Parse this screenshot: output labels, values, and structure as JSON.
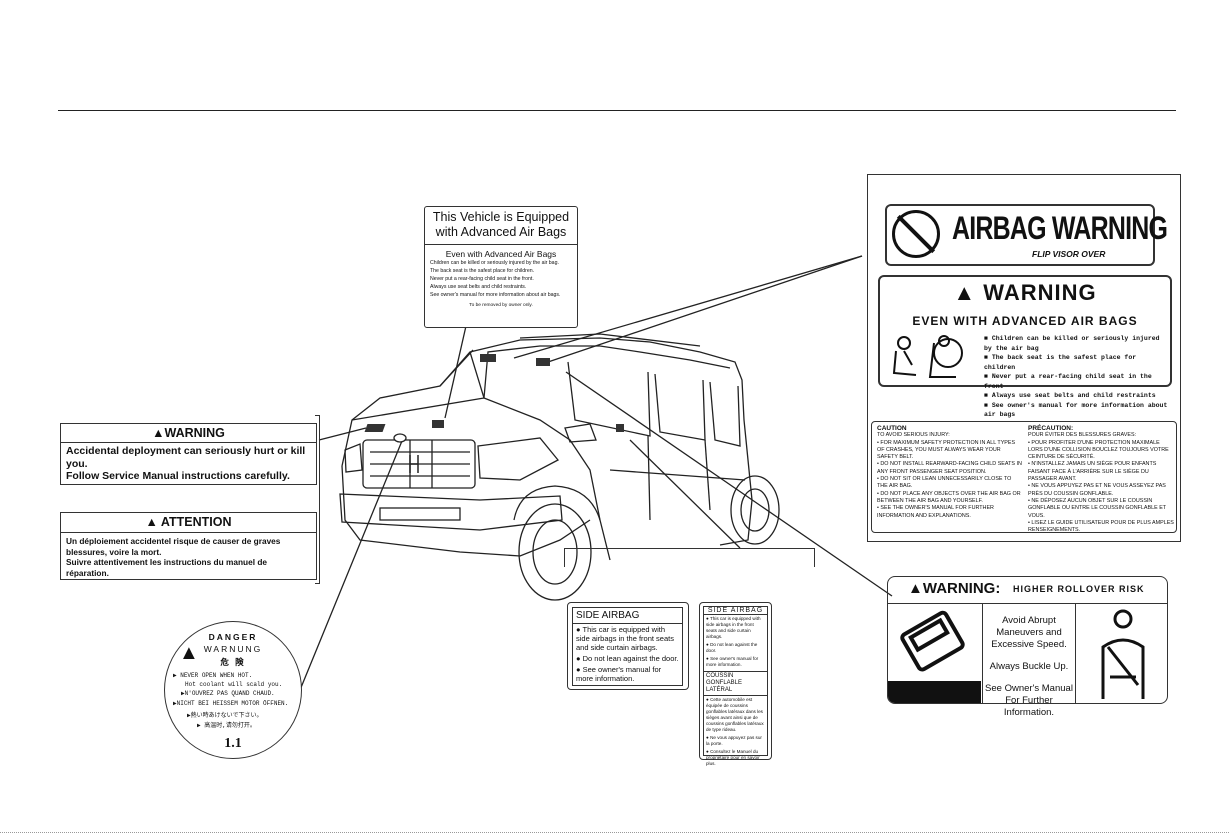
{
  "advanced_label": {
    "heading": "This Vehicle is Equipped with Advanced Air Bags",
    "subheading": "Even with Advanced Air Bags",
    "lines": [
      "Children can be killed or seriously injured by the air bag.",
      "The back seat is the safest place for children.",
      "Never put a rear-facing child seat in the front.",
      "Always use seat belts and child restraints.",
      "See owner's manual for more information about air bags."
    ],
    "footer": "To be removed by owner only."
  },
  "hood_warning": {
    "title": "WARNING",
    "lines": [
      "Accidental deployment can seriously hurt or kill you.",
      "Follow Service Manual instructions carefully."
    ]
  },
  "hood_attention": {
    "title": "ATTENTION",
    "lines": [
      "Un déploiement accidentel risque de causer de graves blessures, voire la mort.",
      "Suivre attentivement les instructions du manuel de réparation."
    ]
  },
  "danger_label": {
    "title_en": "DANGER",
    "title_de": "WARNUNG",
    "title_jp": "危 険",
    "lines": [
      "NEVER OPEN WHEN HOT.",
      "Hot coolant will scald you.",
      "N'OUVREZ PAS QUAND CHAUD.",
      "NICHT BEI HEISSEM MOTOR ÖFFNEN.",
      "熱い時あけないで下さい。",
      "高温时,请勿打开。"
    ],
    "pressure": "1.1"
  },
  "visor_label": {
    "title": "AIRBAG WARNING",
    "subtitle": "FLIP VISOR OVER"
  },
  "visor_warning": {
    "title": "WARNING",
    "subtitle": "EVEN WITH ADVANCED AIR BAGS",
    "lines": [
      "Children can be killed or seriously injured by the air bag",
      "The back seat is the safest place for children",
      "Never put a rear-facing child seat in the front",
      "Always use seat belts and child restraints",
      "See owner's manual for more information about air bags"
    ]
  },
  "caution_label": {
    "en_title": "CAUTION",
    "en_sub": "TO AVOID SERIOUS INJURY:",
    "en_lines": [
      "FOR MAXIMUM SAFETY PROTECTION IN ALL TYPES OF CRASHES, YOU MUST ALWAYS WEAR YOUR SAFETY BELT.",
      "DO NOT INSTALL REARWARD-FACING CHILD SEATS IN ANY FRONT PASSENGER SEAT POSITION.",
      "DO NOT SIT OR LEAN UNNECESSARILY CLOSE TO THE AIR BAG.",
      "DO NOT PLACE ANY OBJECTS OVER THE AIR BAG OR BETWEEN THE AIR BAG AND YOURSELF.",
      "SEE THE OWNER'S MANUAL FOR FURTHER INFORMATION AND EXPLANATIONS."
    ],
    "fr_title": "PRÉCAUTION:",
    "fr_sub": "POUR ÉVITER DES BLESSURES GRAVES:",
    "fr_lines": [
      "POUR PROFITER D'UNE PROTECTION MAXIMALE LORS D'UNE COLLISION BOUCLEZ TOUJOURS VOTRE CEINTURE DE SÉCURITÉ.",
      "N'INSTALLEZ JAMAIS UN SIÈGE POUR ENFANTS FAISANT FACE À L'ARRIÈRE SUR LE SIÈGE DU PASSAGER AVANT.",
      "NE VOUS APPUYEZ PAS ET NE VOUS ASSEYEZ PAS PRÈS DU COUSSIN GONFLABLE.",
      "NE DÉPOSEZ AUCUN OBJET SUR LE COUSSIN GONFLABLE OU ENTRE LE COUSSIN GONFLABLE ET VOUS.",
      "LISEZ LE GUIDE UTILISATEUR POUR DE PLUS AMPLES RENSEIGNEMENTS."
    ]
  },
  "side_airbag_1": {
    "title": "SIDE AIRBAG",
    "lines": [
      "This car is equipped with side airbags in the front seats and side curtain airbags.",
      "Do not lean against the door.",
      "See owner's manual for more information."
    ]
  },
  "side_airbag_2": {
    "title": "SIDE AIRBAG",
    "lines": [
      "This car is equipped with side airbags in the front seats and side curtain airbags.",
      "Do not lean against the door.",
      "See owner's manual for more information."
    ],
    "title_fr": "COUSSIN GONFLABLE LATÉRAL",
    "lines_fr": [
      "Cette automobile est équipée de coussins gonflables latéraux dans les sièges avant ainsi que de coussins gonflables latéraux de type rideau.",
      "Ne vous appuyez pas sur la porte.",
      "Consultez le Manuel du propriétaire pour en savoir plus."
    ]
  },
  "rollover_label": {
    "title": "WARNING:",
    "subtitle": "HIGHER ROLLOVER RISK",
    "lines": [
      "Avoid Abrupt Maneuvers and Excessive Speed.",
      "Always Buckle Up.",
      "See Owner's Manual For Further Information."
    ]
  }
}
